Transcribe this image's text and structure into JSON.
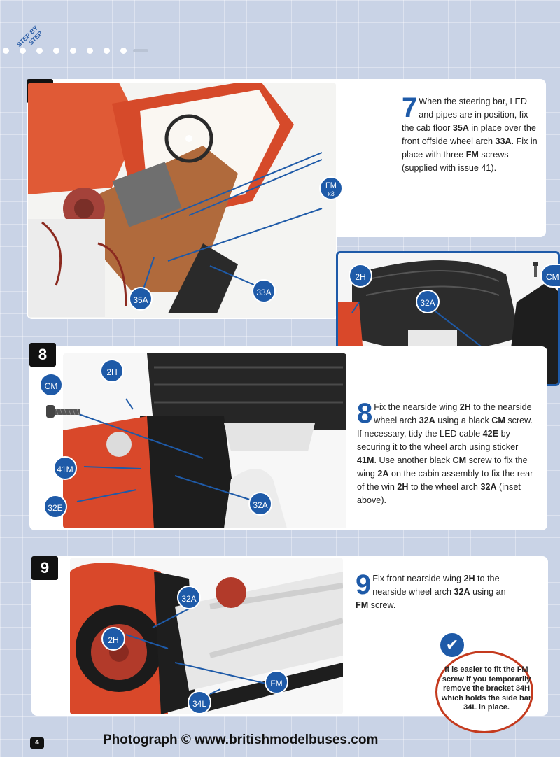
{
  "corner_tag": {
    "line1": "STEP BY",
    "line2": "STEP"
  },
  "page_number": "4",
  "credit": "Photograph © www.britishmodelbuses.com",
  "steps": [
    {
      "number": "7",
      "lead": "When the steering bar, LED and pipes are in position, fix the cab floor ",
      "p1": "35A",
      "t1": " in place over the front offside wheel arch ",
      "p2": "33A",
      "t2": ". Fix in place with three ",
      "p3": "FM",
      "t3": " screws (supplied with issue 41).",
      "labels": {
        "fm": "FM",
        "fm_qty": "x3",
        "a35": "35A",
        "a33": "33A"
      }
    },
    {
      "number": "8",
      "text_a": "Fix the nearside wing ",
      "b1": "2H",
      "text_b": " to the nearside wheel arch ",
      "b2": "32A",
      "text_c": " using a black ",
      "b3": "CM",
      "text_d": " screw. If necessary, tidy the LED cable ",
      "b4": "42E",
      "text_e": " by securing it to the wheel arch using sticker ",
      "b5": "41M",
      "text_f": ". Use another black ",
      "b6": "CM",
      "text_g": " screw to fix the wing ",
      "b7": "2A",
      "text_h": " on the cabin assembly to fix the rear of the win ",
      "b8": "2H",
      "text_i": " to the wheel arch ",
      "b9": "32A",
      "text_j": " (inset above).",
      "labels": {
        "h2": "2H",
        "cm": "CM",
        "m41": "41M",
        "e32": "32E",
        "a32": "32A"
      },
      "inset_labels": {
        "h2": "2H",
        "a32": "32A",
        "cm": "CM"
      }
    },
    {
      "number": "9",
      "text_a": "Fix front nearside wing ",
      "b1": "2H",
      "text_b": " to the nearside wheel arch ",
      "b2": "32A",
      "text_c": " using an ",
      "b3": "FM",
      "text_d": " screw.",
      "labels": {
        "a32": "32A",
        "h2": "2H",
        "fm": "FM",
        "l34": "34L"
      }
    }
  ],
  "tip": "It is easier to fit the FM screw if you temporarily remove the bracket 34H which holds the side bar 34L in place.",
  "icons": {
    "check": "checkmark-icon"
  },
  "colors": {
    "accent": "#1e5aa8",
    "tip_border": "#c43a1e",
    "bus_red": "#d9482a"
  }
}
